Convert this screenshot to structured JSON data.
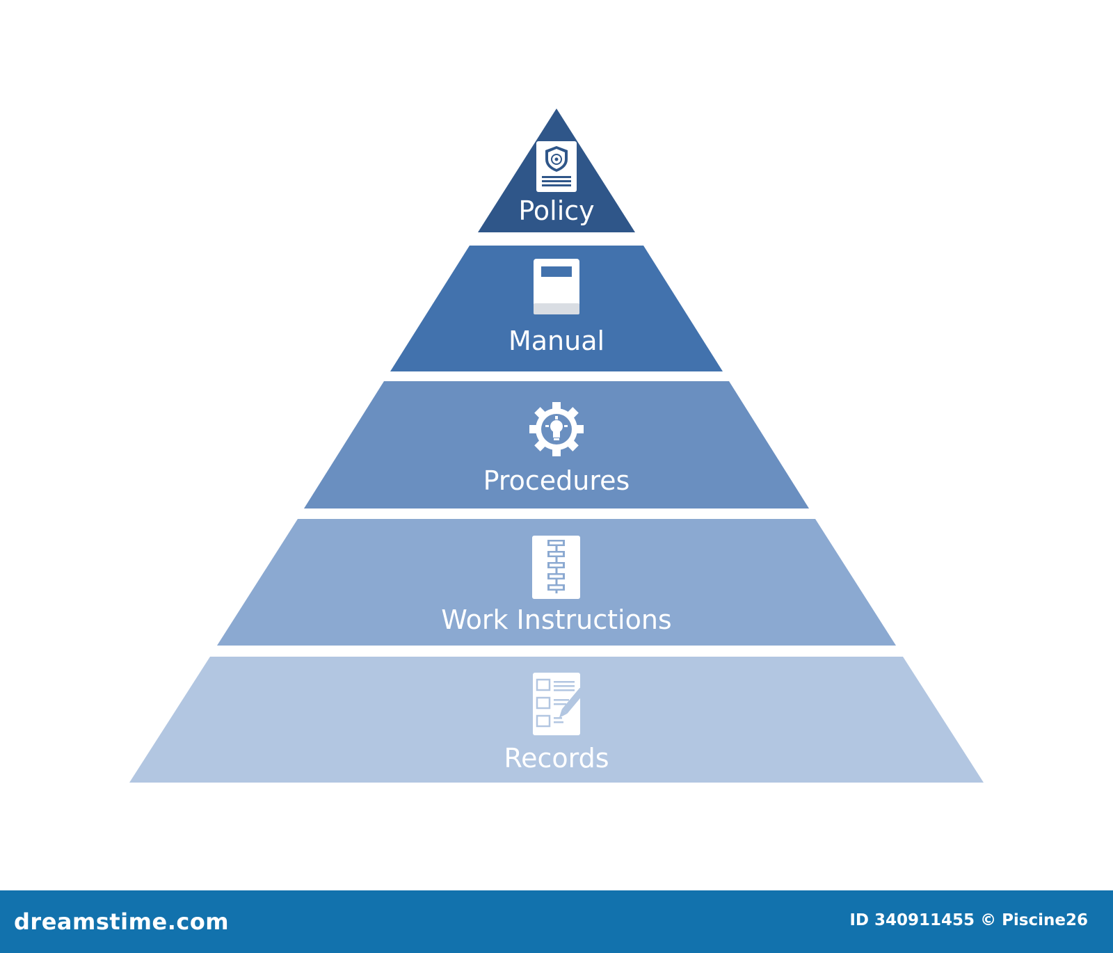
{
  "layers": [
    {
      "label": "Policy",
      "icon": "shield-document-icon",
      "color": "#2f5689"
    },
    {
      "label": "Manual",
      "icon": "manual-book-icon",
      "color": "#4272ad"
    },
    {
      "label": "Procedures",
      "icon": "gear-lightbulb-icon",
      "color": "#6a8fc0"
    },
    {
      "label": "Work Instructions",
      "icon": "flowchart-document-icon",
      "color": "#8ba9d1"
    },
    {
      "label": "Records",
      "icon": "checklist-document-icon",
      "color": "#b2c6e1"
    }
  ],
  "footer": {
    "logo": "dreamstime.com",
    "id_label": "ID",
    "id_value": "340911455",
    "copyright": "©",
    "author": "Piscine26",
    "bar_color": "#1272ad"
  }
}
